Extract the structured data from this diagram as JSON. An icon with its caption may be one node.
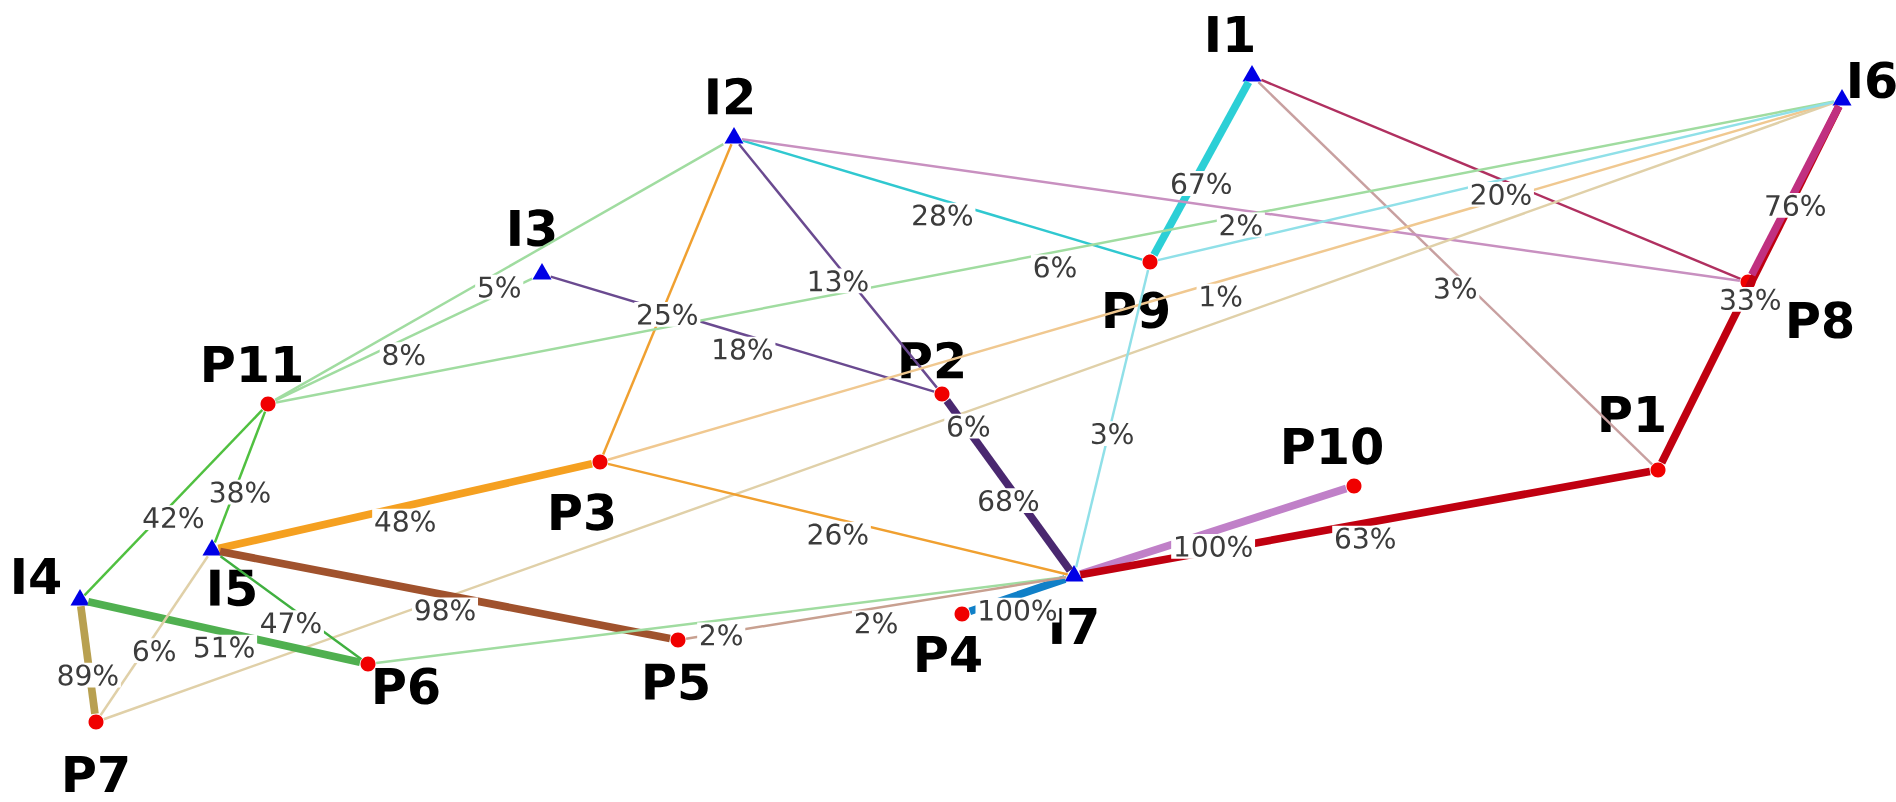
{
  "diagram": {
    "nodes": [
      {
        "text": [
          "I1"
        ]
      },
      {
        "text": [
          "I6"
        ]
      },
      {
        "text": [
          "I2"
        ]
      },
      {
        "text": [
          "P9"
        ]
      },
      {
        "text": [
          "I3"
        ]
      },
      {
        "text": [
          "P8"
        ]
      },
      {
        "text": [
          "P2"
        ]
      },
      {
        "text": [
          "P11"
        ]
      },
      {
        "text": [
          "P3"
        ]
      },
      {
        "text": [
          "P1"
        ]
      },
      {
        "text": [
          "P10"
        ]
      },
      {
        "text": [
          "I5"
        ]
      },
      {
        "text": [
          "I7"
        ]
      },
      {
        "text": [
          "I4"
        ]
      },
      {
        "text": [
          "P4"
        ]
      },
      {
        "text": [
          "P5"
        ]
      },
      {
        "text": [
          "P6"
        ]
      },
      {
        "text": [
          "P7"
        ]
      }
    ],
    "edges": [
      {
        "from": 0,
        "to": 3,
        "arrow": "none",
        "label": "67%",
        "style": "thick",
        "color": "#2ccfd6"
      },
      {
        "from": 0,
        "to": 5,
        "arrow": "none",
        "label": "20%",
        "color": "#b03060"
      },
      {
        "from": 0,
        "to": 9,
        "arrow": "none",
        "label": "3%",
        "color": "#c8a0a0"
      },
      {
        "from": 2,
        "to": 3,
        "arrow": "none",
        "label": "28%",
        "color": "#30c8d0"
      },
      {
        "from": 2,
        "to": 5,
        "arrow": "none",
        "label": "2%",
        "color": "#c890c0"
      },
      {
        "from": 2,
        "to": 7,
        "arrow": "none",
        "label": "5%",
        "color": "#a0dca0"
      },
      {
        "from": 2,
        "to": 8,
        "arrow": "none",
        "label": "25%",
        "color": "#f0a030"
      },
      {
        "from": 2,
        "to": 6,
        "arrow": "none",
        "label": "13%",
        "color": "#6a4a90"
      },
      {
        "from": 4,
        "to": 6,
        "arrow": "none",
        "label": "18%",
        "color": "#6a4a90"
      },
      {
        "from": 4,
        "to": 7,
        "arrow": "none",
        "label": "8%",
        "color": "#a0dca0"
      },
      {
        "from": 7,
        "to": 1,
        "arrow": "none",
        "label": "6%",
        "color": "#a0dca0"
      },
      {
        "from": 8,
        "to": 1,
        "arrow": "none",
        "label": "1%",
        "color": "#f0c890"
      },
      {
        "from": 17,
        "to": 1,
        "arrow": "none",
        "label": "6%",
        "color": "#e0d0a8"
      },
      {
        "from": 3,
        "to": 1,
        "arrow": "none",
        "color": "#90e0e8"
      },
      {
        "from": 3,
        "to": 12,
        "arrow": "none",
        "label": "3%",
        "color": "#90e0e8"
      },
      {
        "from": 1,
        "to": 9,
        "arrow": "none",
        "label": "33%",
        "style": "thick",
        "color": "#c00010"
      },
      {
        "from": 1,
        "to": 5,
        "arrow": "none",
        "label": "76%",
        "style": "thick",
        "color": "#c03080"
      },
      {
        "from": 6,
        "to": 12,
        "arrow": "none",
        "label": "68%",
        "style": "thick",
        "color": "#4a2870"
      },
      {
        "from": 12,
        "to": 10,
        "arrow": "none",
        "label": "100%",
        "style": "thick",
        "color": "#c080c8"
      },
      {
        "from": 12,
        "to": 9,
        "arrow": "none",
        "label": "63%",
        "style": "thick",
        "color": "#c00010"
      },
      {
        "from": 12,
        "to": 14,
        "arrow": "none",
        "label": "100%",
        "style": "thick",
        "color": "#1080c8"
      },
      {
        "from": 8,
        "to": 12,
        "arrow": "none",
        "label": "26%",
        "color": "#f0a030"
      },
      {
        "from": 11,
        "to": 8,
        "arrow": "none",
        "label": "48%",
        "style": "thick",
        "color": "#f5a020"
      },
      {
        "from": 11,
        "to": 15,
        "arrow": "none",
        "label": "98%",
        "style": "thick",
        "color": "#a0522d"
      },
      {
        "from": 11,
        "to": 16,
        "arrow": "none",
        "label": "47%",
        "color": "#40b040"
      },
      {
        "from": 13,
        "to": 16,
        "arrow": "none",
        "label": "51%",
        "style": "thick",
        "color": "#50b050"
      },
      {
        "from": 13,
        "to": 7,
        "arrow": "none",
        "label": "42%",
        "color": "#50c040"
      },
      {
        "from": 11,
        "to": 7,
        "arrow": "none",
        "label": "38%",
        "color": "#50c040"
      },
      {
        "from": 13,
        "to": 17,
        "arrow": "none",
        "label": "89%",
        "style": "thick",
        "color": "#b8a050"
      },
      {
        "from": 11,
        "to": 17,
        "arrow": "none",
        "label": "6%",
        "color": "#e0d0a8"
      },
      {
        "from": 16,
        "to": 12,
        "arrow": "none",
        "label": "2%",
        "color": "#a0dca0"
      },
      {
        "from": 15,
        "to": 12,
        "arrow": "none",
        "label": "2%",
        "color": "#c8a090"
      }
    ]
  }
}
